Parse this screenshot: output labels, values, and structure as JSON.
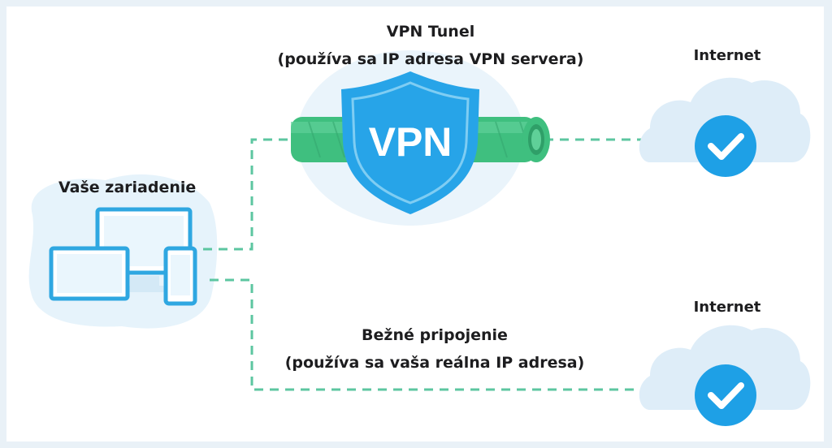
{
  "labels": {
    "device": "Vaše zariadenie",
    "vpn_tunnel_title": "VPN Tunel",
    "vpn_tunnel_note": "(používa sa IP adresa VPN servera)",
    "direct_title": "Bežné pripojenie",
    "direct_note": "(používa sa vaša reálna IP adresa)",
    "internet_top": "Internet",
    "internet_bottom": "Internet",
    "shield_text": "VPN"
  },
  "icons": {
    "devices": "devices-icon",
    "shield": "vpn-shield-icon",
    "tunnel": "tunnel-pipe-icon",
    "cloud_top": "cloud-check-icon",
    "cloud_bottom": "cloud-check-icon"
  },
  "colors": {
    "device_blue": "#2fa7e1",
    "shield_blue": "#27a4e8",
    "tunnel_green": "#3fbf7f",
    "dash_green": "#5cc6a0",
    "cloud_fill": "#dfeef8",
    "check_blue": "#1ea0e6"
  }
}
